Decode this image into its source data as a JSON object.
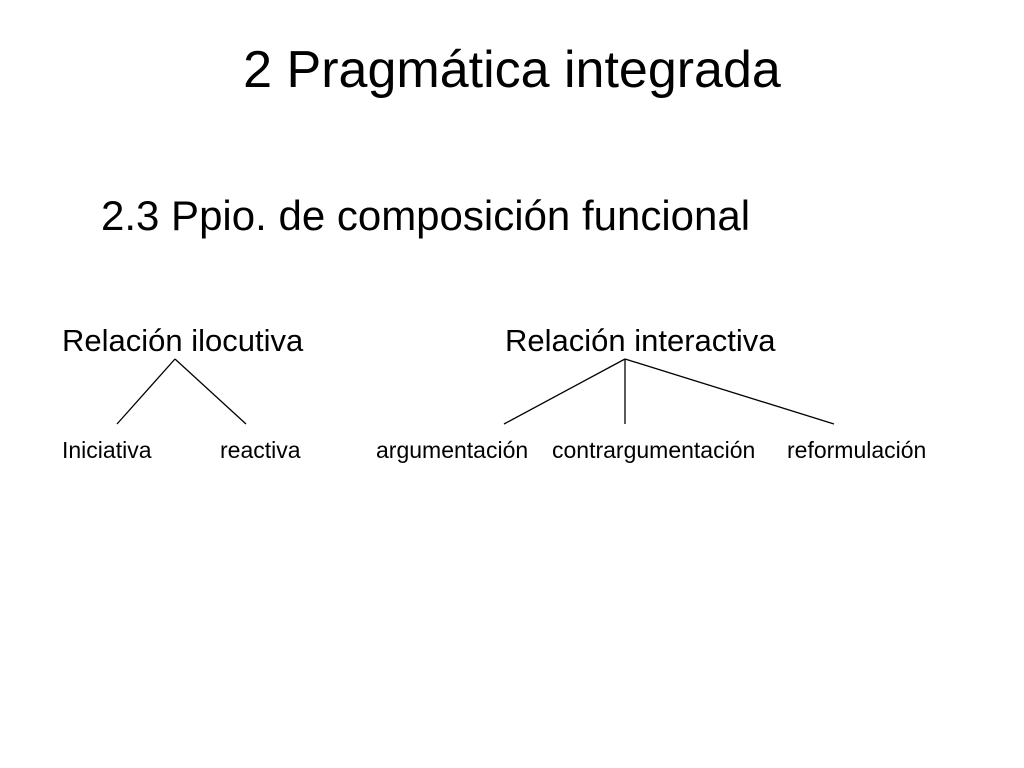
{
  "slide": {
    "title": "2 Pragmática integrada",
    "subtitle": "2.3  Ppio. de composición funcional"
  },
  "tree_ilocutiva": {
    "root": "Relación ilocutiva",
    "children": [
      "Iniciativa",
      "reactiva"
    ]
  },
  "tree_interactiva": {
    "root": "Relación interactiva",
    "children": [
      "argumentación",
      "contrargumentación",
      "reformulación"
    ]
  }
}
